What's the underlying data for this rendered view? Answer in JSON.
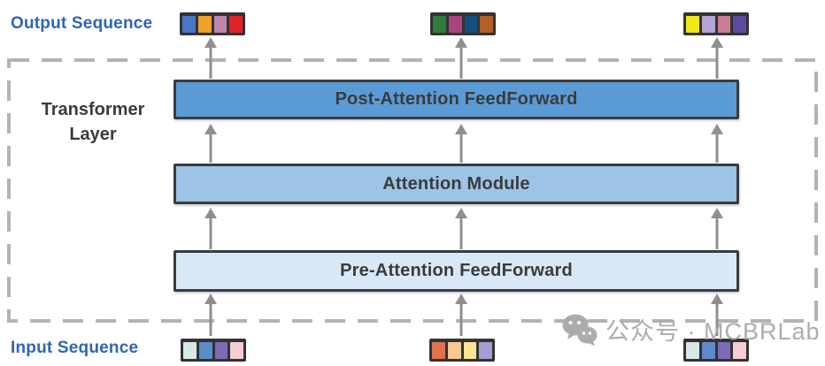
{
  "labels": {
    "output_sequence": "Output Sequence",
    "input_sequence": "Input Sequence",
    "transformer_layer": "Transformer Layer"
  },
  "layers": [
    {
      "label": "Post-Attention FeedForward",
      "fill": "#5B9BD5"
    },
    {
      "label": "Attention Module",
      "fill": "#9DC3E6"
    },
    {
      "label": "Pre-Attention FeedForward",
      "fill": "#D9E8F6"
    }
  ],
  "token_strips": {
    "output_left": {
      "colors": [
        "#4A76C8",
        "#F2A02C",
        "#BD85AE",
        "#E32329"
      ]
    },
    "output_mid": {
      "colors": [
        "#2E7D3E",
        "#A84480",
        "#15507D",
        "#B26126"
      ]
    },
    "output_right": {
      "colors": [
        "#EFE81C",
        "#B3A5D6",
        "#C97C96",
        "#5B4A9E"
      ]
    },
    "input_left": {
      "colors": [
        "#D8E7EA",
        "#5B8BC9",
        "#7E6BB8",
        "#F6CCD2"
      ]
    },
    "input_mid": {
      "colors": [
        "#E2714C",
        "#F7C893",
        "#FAE495",
        "#A89CD4"
      ]
    },
    "input_right": {
      "colors": [
        "#D8E7EA",
        "#5B8BC9",
        "#7E6BB8",
        "#F6CCD2"
      ]
    }
  },
  "watermark": {
    "icon": "wechat-icon",
    "text": "公众号 · MCBRLab"
  },
  "colors": {
    "sequence_label": "#2F65B8",
    "box_border": "#3B3B3B",
    "box_text": "#3B3B3B",
    "dashed_border": "#B3B3B3",
    "arrow": "#8F8F8F",
    "strip_frame": "#333333",
    "watermark": "#ACACAC"
  }
}
